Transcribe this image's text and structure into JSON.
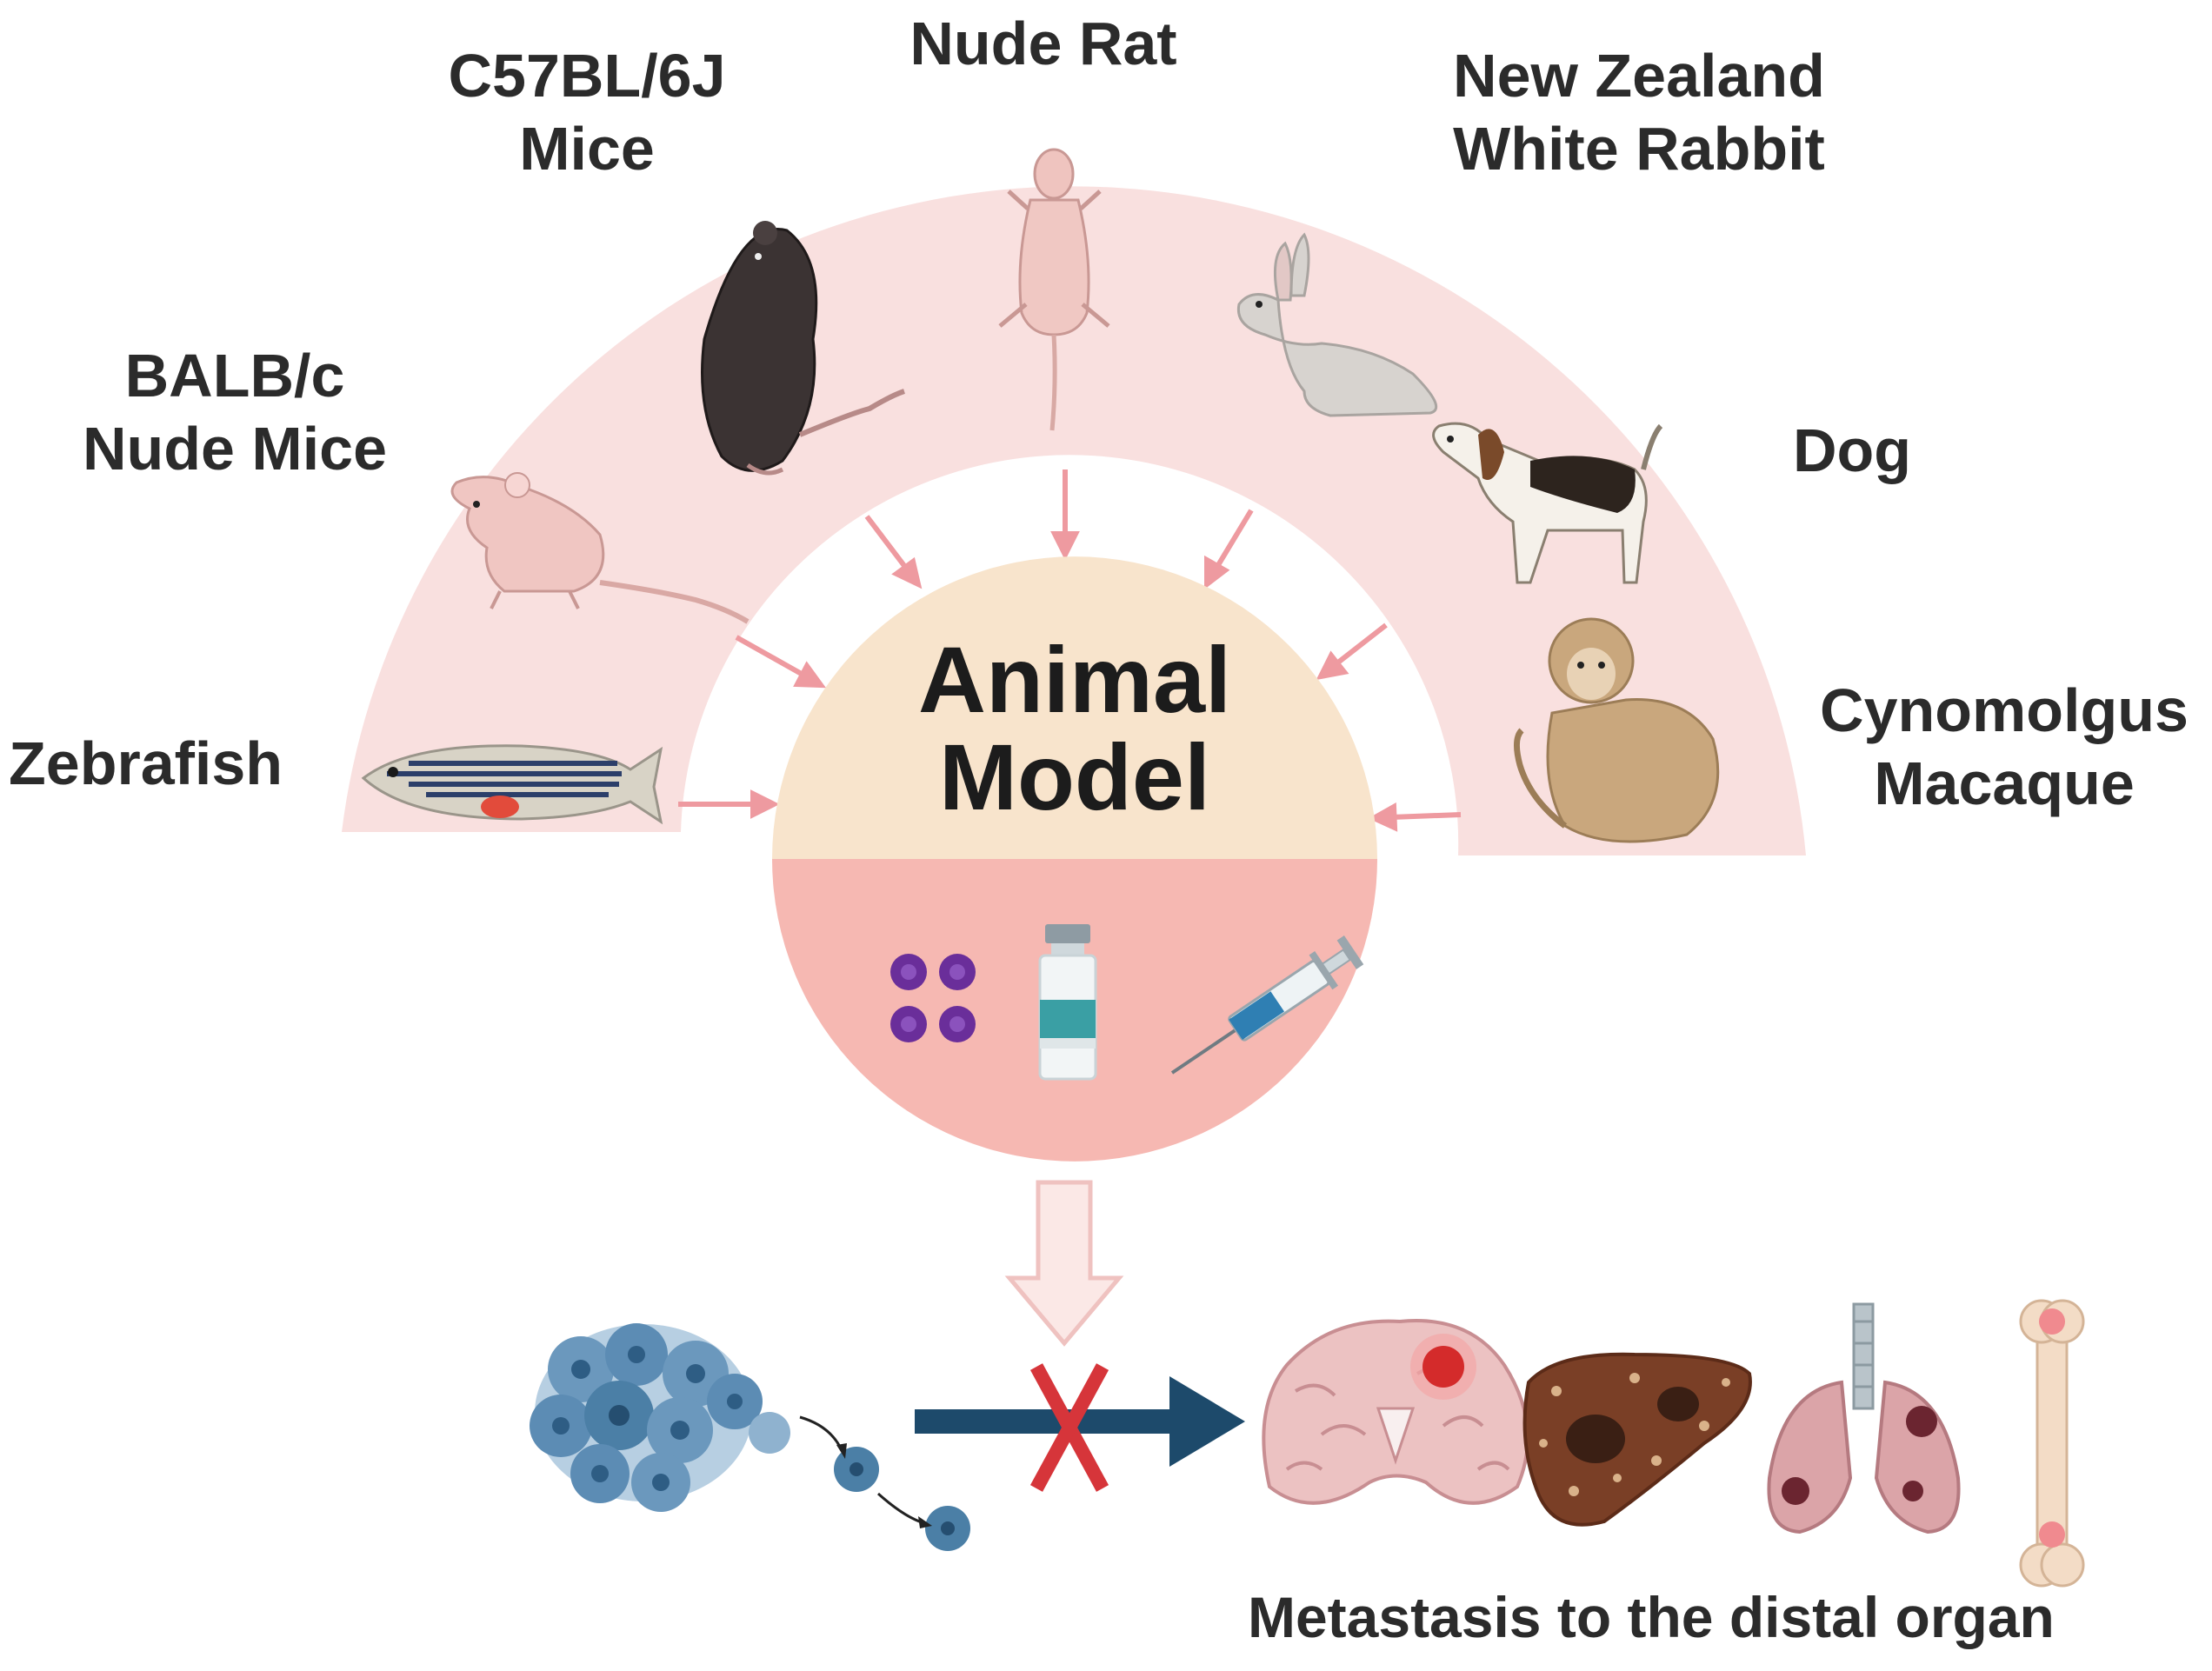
{
  "center": {
    "title_line1": "Animal",
    "title_line2": "Model"
  },
  "animals": [
    {
      "id": "zebrafish",
      "lines": [
        "Zebrafish"
      ]
    },
    {
      "id": "balbc",
      "lines": [
        "BALB/c",
        "Nude Mice"
      ]
    },
    {
      "id": "c57",
      "lines": [
        "C57BL/6J",
        "Mice"
      ]
    },
    {
      "id": "nude-rat",
      "lines": [
        "Nude Rat"
      ]
    },
    {
      "id": "rabbit",
      "lines": [
        "New Zealand",
        "White Rabbit"
      ]
    },
    {
      "id": "dog",
      "lines": [
        "Dog"
      ]
    },
    {
      "id": "macaque",
      "lines": [
        "Cynomolgus",
        "Macaque"
      ]
    }
  ],
  "bottom": {
    "caption": "Metastasis to the distal organ"
  },
  "colors": {
    "arc_band": "#f9e0df",
    "arrow_pink": "#ee9aa0",
    "center_top": "#f8e4cc",
    "center_bottom": "#f6b8b2",
    "tumor_blue": "#4b7fa6",
    "dark_arrow": "#1d4a6b",
    "cross_red": "#d6353a",
    "down_arrow_fill": "#fbe8e6",
    "down_arrow_stroke": "#efc2c0"
  },
  "icons": [
    "zebrafish-icon",
    "nude-mouse-icon",
    "black-mouse-icon",
    "nude-rat-icon",
    "rabbit-icon",
    "beagle-icon",
    "macaque-icon",
    "cells-icon",
    "vial-icon",
    "syringe-icon",
    "tumor-cluster-icon",
    "brain-icon",
    "liver-icon",
    "lungs-icon",
    "bone-icon"
  ]
}
